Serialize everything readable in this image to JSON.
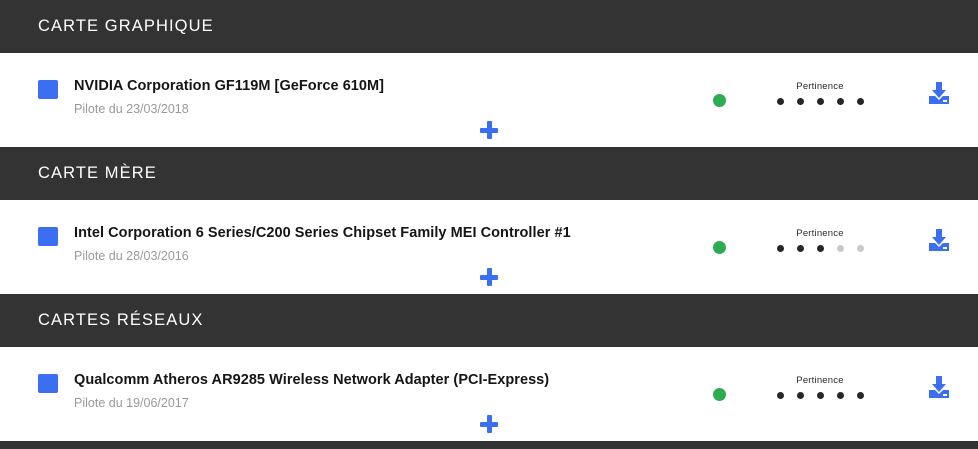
{
  "theme": {
    "header_bg": "#333333",
    "header_text": "#ffffff",
    "accent_blue": "#3b6ef0",
    "status_green": "#2fab52",
    "dot_on": "#262626",
    "dot_off": "#c9c9c9",
    "body_bg": "#ffffff",
    "subtext": "#9a9a9a"
  },
  "labels": {
    "pertinence": "Pertinence",
    "add": "+",
    "download_icon": "download-icon",
    "checkbox_icon": "checkbox-checked-icon",
    "status_icon": "status-dot-icon"
  },
  "sections": [
    {
      "title": "CARTE GRAPHIQUE",
      "driver": {
        "name": "NVIDIA Corporation GF119M [GeForce 610M]",
        "sub": "Pilote du 23/03/2018",
        "selected": true,
        "status": "ok",
        "pertinence_label": "Pertinence",
        "pertinence_filled": 5,
        "pertinence_total": 5
      }
    },
    {
      "title": "CARTE MÈRE",
      "driver": {
        "name": "Intel Corporation 6 Series/C200 Series Chipset Family MEI Controller #1",
        "sub": "Pilote du 28/03/2016",
        "selected": true,
        "status": "ok",
        "pertinence_label": "Pertinence",
        "pertinence_filled": 3,
        "pertinence_total": 5
      }
    },
    {
      "title": "CARTES RÉSEAUX",
      "driver": {
        "name": "Qualcomm Atheros AR9285 Wireless Network Adapter (PCI-Express)",
        "sub": "Pilote du 19/06/2017",
        "selected": true,
        "status": "ok",
        "pertinence_label": "Pertinence",
        "pertinence_filled": 5,
        "pertinence_total": 5
      }
    }
  ]
}
